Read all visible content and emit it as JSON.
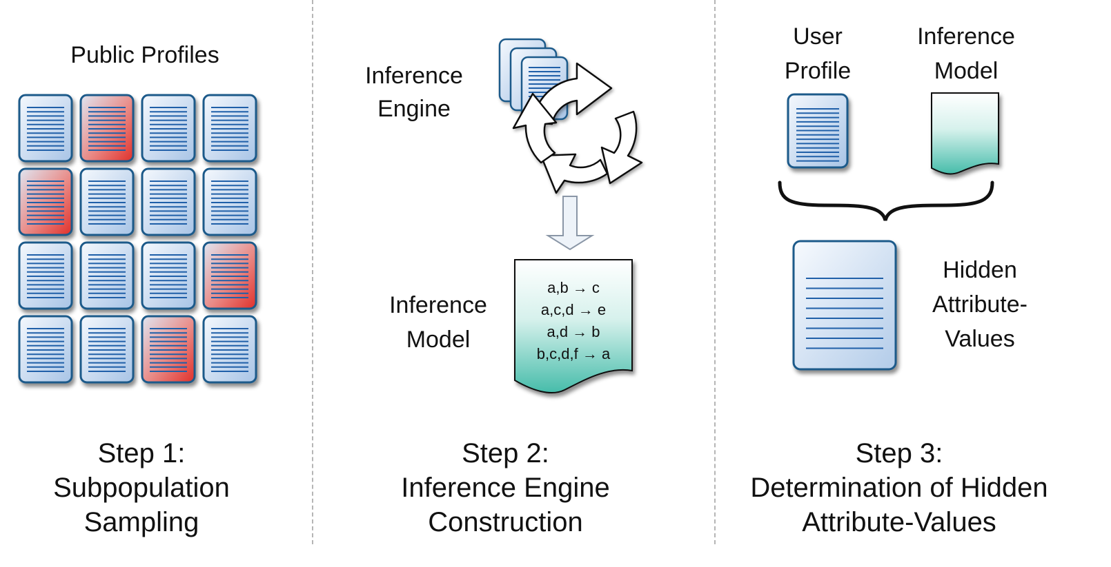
{
  "panel1": {
    "title": "Public Profiles",
    "grid": {
      "rows": 4,
      "cols": 4,
      "highlighted_cells": [
        [
          0,
          1
        ],
        [
          1,
          0
        ],
        [
          2,
          3
        ],
        [
          3,
          2
        ]
      ]
    },
    "step": {
      "line1": "Step 1:",
      "line2": "Subpopulation",
      "line3": "Sampling"
    }
  },
  "panel2": {
    "engine_label": {
      "line1": "Inference",
      "line2": "Engine"
    },
    "model_label": {
      "line1": "Inference",
      "line2": "Model"
    },
    "rules": [
      "a,b → c",
      "a,c,d → e",
      "a,d → b",
      "b,c,d,f → a"
    ],
    "step": {
      "line1": "Step 2:",
      "line2": "Inference Engine",
      "line3": "Construction"
    }
  },
  "panel3": {
    "user_profile_label": {
      "line1": "User",
      "line2": "Profile"
    },
    "inference_model_label": {
      "line1": "Inference",
      "line2": "Model"
    },
    "output_label": {
      "line1": "Hidden",
      "line2": "Attribute-",
      "line3": "Values"
    },
    "step": {
      "line1": "Step 3:",
      "line2": "Determination of Hidden",
      "line3": "Attribute-Values"
    }
  },
  "colors": {
    "doc_blue_light": "#e8f0fa",
    "doc_blue_dark": "#a9c5e6",
    "doc_border": "#1f5a8a",
    "doc_lines": "#1f5fa8",
    "highlight_red": "#e0302a",
    "model_teal": "#4fbfae"
  }
}
